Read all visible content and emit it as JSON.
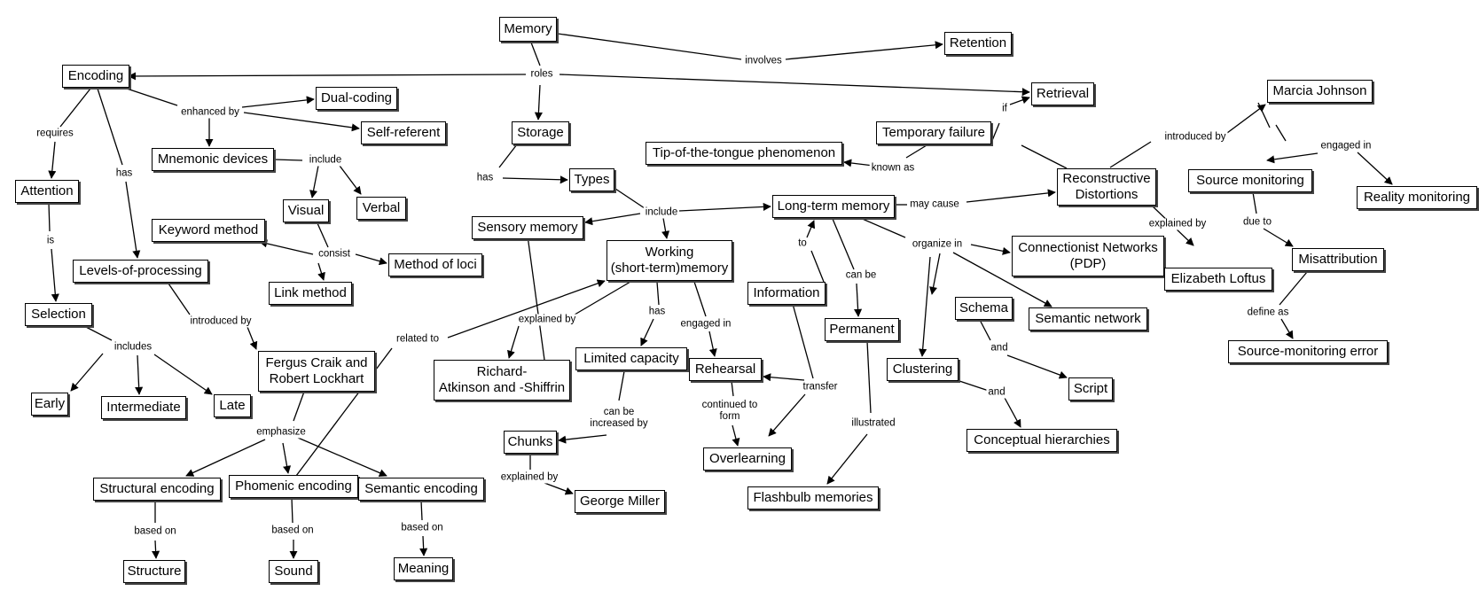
{
  "concepts": {
    "memory": "Memory",
    "retention": "Retention",
    "encoding": "Encoding",
    "retrieval": "Retrieval",
    "dual_coding": "Dual-coding",
    "self_referent": "Self-referent",
    "storage": "Storage",
    "marcia_johnson": "Marcia Johnson",
    "temporary_failure": "Temporary failure",
    "mnemonic_devices": "Mnemonic devices",
    "tip_of_tongue": "Tip-of-the-tongue phenomenon",
    "types": "Types",
    "reconstructive": "Reconstructive\nDistortions",
    "source_monitoring": "Source monitoring",
    "attention": "Attention",
    "visual": "Visual",
    "verbal": "Verbal",
    "reality_monitoring": "Reality monitoring",
    "long_term": "Long-term memory",
    "keyword_method": "Keyword method",
    "sensory_memory": "Sensory memory",
    "working_memory": "Working\n(short-term)memory",
    "connectionist": "Connectionist Networks\n(PDP)",
    "method_of_loci": "Method of loci",
    "misattribution": "Misattribution",
    "levels_of_processing": "Levels-of-processing",
    "elizabeth_loftus": "Elizabeth Loftus",
    "link_method": "Link method",
    "information": "Information",
    "schema": "Schema",
    "semantic_network": "Semantic network",
    "selection": "Selection",
    "permanent": "Permanent",
    "source_monitoring_error": "Source-monitoring error",
    "limited_capacity": "Limited capacity",
    "fergus_craik": "Fergus Craik and\nRobert Lockhart",
    "rehearsal": "Rehearsal",
    "clustering": "Clustering",
    "richard_atkinson": "Richard-\nAtkinson and -Shiffrin",
    "script": "Script",
    "early": "Early",
    "intermediate": "Intermediate",
    "late": "Late",
    "chunks": "Chunks",
    "conceptual_hierarchies": "Conceptual hierarchies",
    "overlearning": "Overlearning",
    "structural_encoding": "Structural encoding",
    "phonemic_encoding": "Phomenic encoding",
    "semantic_encoding": "Semantic encoding",
    "flashbulb": "Flashbulb memories",
    "george_miller": "George Miller",
    "structure": "Structure",
    "sound": "Sound",
    "meaning": "Meaning"
  },
  "links": {
    "involves": "involves",
    "roles": "roles",
    "enhanced_by": "enhanced by",
    "requires": "requires",
    "has_enc": "has",
    "if": "if",
    "introduced_by_mj": "introduced by",
    "engaged_in_mj": "engaged in",
    "include_mn": "include",
    "has_storage": "has",
    "known_as": "known as",
    "is": "is",
    "include_types": "include",
    "may_cause": "may cause",
    "explained_by_rd": "explained by",
    "due_to": "due to",
    "consist": "consist",
    "to": "to",
    "organize_in": "organize in",
    "can_be": "can be",
    "introduced_by_lop": "introduced by",
    "related_to": "related to",
    "explained_by_wm": "explained by",
    "has_wm": "has",
    "engaged_in_wm": "engaged in",
    "define_as": "define as",
    "and_schema": "and",
    "includes": "includes",
    "transfer": "transfer",
    "can_be_increased": "can be\nincreased by",
    "continued_to_form": "continued to\nform",
    "and_clustering": "and",
    "illustrated": "illustrated",
    "emphasize": "emphasize",
    "explained_by_chunks": "explained by",
    "based_on_structure": "based on",
    "based_on_sound": "based on",
    "based_on_meaning": "based on"
  }
}
